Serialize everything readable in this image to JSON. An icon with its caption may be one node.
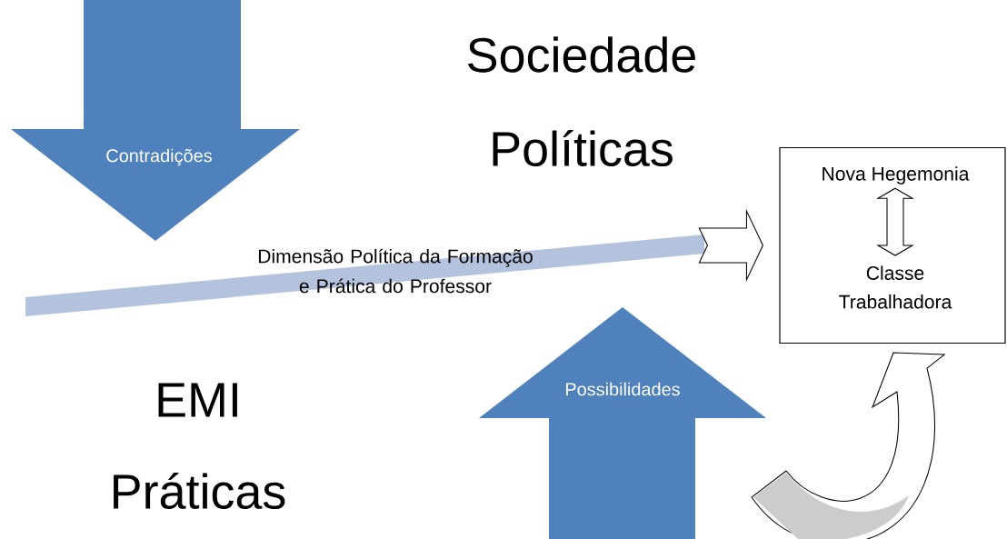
{
  "diagram": {
    "nodes": [
      {
        "text": [
          "Contradições"
        ]
      },
      {
        "text": [
          "Possibilidades"
        ]
      },
      {
        "text": [
          "Dimensão Política da Formação e Prática do Professor"
        ]
      },
      {
        "text": [],
        "shape": "box"
      },
      {
        "text": [
          "Nova Hegemonia"
        ],
        "in": 3
      },
      {
        "text": [
          "Classe Trabalhadora"
        ],
        "in": 3
      }
    ],
    "edges": [
      {
        "from": 2,
        "to": 3,
        "arrow": "to"
      },
      {
        "from": 4,
        "to": 5,
        "arrow": "both"
      },
      {
        "from": null,
        "to": 3,
        "arrow": "to"
      }
    ],
    "labels": [
      "Sociedade",
      "Políticas",
      "EMI",
      "Práticas"
    ]
  }
}
